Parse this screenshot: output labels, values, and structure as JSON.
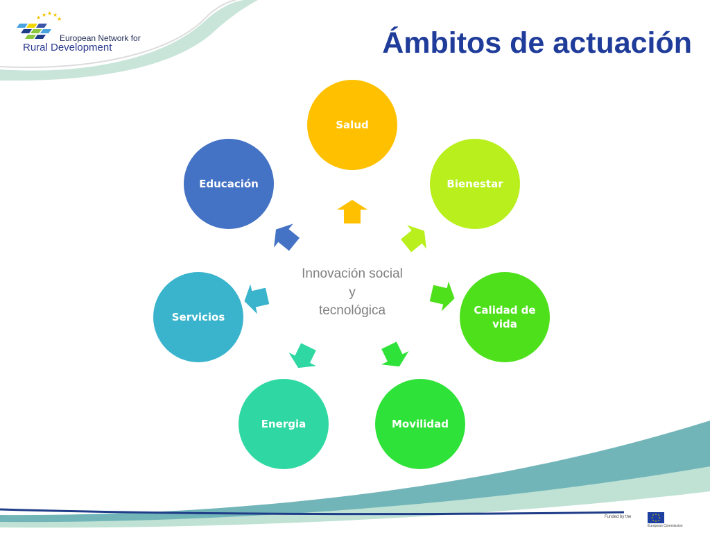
{
  "slide": {
    "title": "Ámbitos de actuación"
  },
  "logo": {
    "line1": "European Network for",
    "line2": "Rural Development",
    "icon": "enrd-logo"
  },
  "diagram": {
    "center": {
      "lines": [
        "Innovación social",
        "y",
        "tecnológica"
      ],
      "color": "#7f7f7f"
    },
    "nodes": [
      {
        "label": "Salud",
        "color": "#ffc000"
      },
      {
        "label": "Bienestar",
        "color": "#b8ef1c"
      },
      {
        "label": "Calidad de vida",
        "color": "#4fe01c"
      },
      {
        "label": "Movilidad",
        "color": "#2fe23a"
      },
      {
        "label": "Energia",
        "color": "#2fd8a2"
      },
      {
        "label": "Servicios",
        "color": "#3ab4cc"
      },
      {
        "label": "Educación",
        "color": "#4472c4"
      }
    ]
  },
  "footer": {
    "funded_by": "Funded by the",
    "commission": "European Commission",
    "flag_icon": "eu-flag-icon"
  }
}
